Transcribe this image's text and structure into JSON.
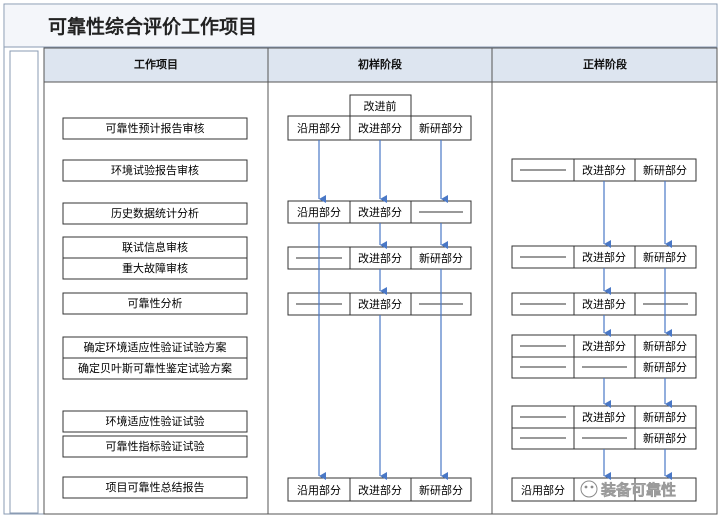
{
  "title": "可靠性综合评价工作项目",
  "columns": {
    "work_items": "工作项目",
    "initial": "初样阶段",
    "formal": "正样阶段"
  },
  "work_items": [
    "可靠性预计报告审核",
    "环境试验报告审核",
    "历史数据统计分析",
    "联试信息审核",
    "重大故障审核",
    "可靠性分析",
    "确定环境适应性验证试验方案",
    "确定贝叶斯可靠性鉴定试验方案",
    "环境适应性验证试验",
    "可靠性指标验证试验",
    "项目可靠性总结报告"
  ],
  "labels": {
    "before_improvement": "改进前",
    "reused": "沿用部分",
    "improved": "改进部分",
    "new": "新研部分",
    "blank": "————"
  },
  "initial_rows": [
    [
      "沿用部分",
      "改进部分",
      "新研部分"
    ],
    [
      "沿用部分",
      "改进部分",
      "————"
    ],
    [
      "————",
      "改进部分",
      "新研部分"
    ],
    [
      "————",
      "改进部分",
      "————"
    ],
    [
      "沿用部分",
      "改进部分",
      "新研部分"
    ]
  ],
  "formal_rows": [
    [
      "————",
      "改进部分",
      "新研部分"
    ],
    [
      "————",
      "改进部分",
      "新研部分"
    ],
    [
      "————",
      "改进部分",
      "————"
    ],
    [
      "————",
      "改进部分",
      "新研部分"
    ],
    [
      "————",
      "————",
      "新研部分"
    ],
    [
      "————",
      "改进部分",
      "新研部分"
    ],
    [
      "————",
      "————",
      "新研部分"
    ],
    [
      "沿用部分",
      "",
      ""
    ]
  ],
  "watermark": "装备可靠性",
  "colors": {
    "arrow": "#4a78c6",
    "header_bg": "#dde5f0",
    "title_bg": "#f4f6fa",
    "border": "#333333"
  }
}
